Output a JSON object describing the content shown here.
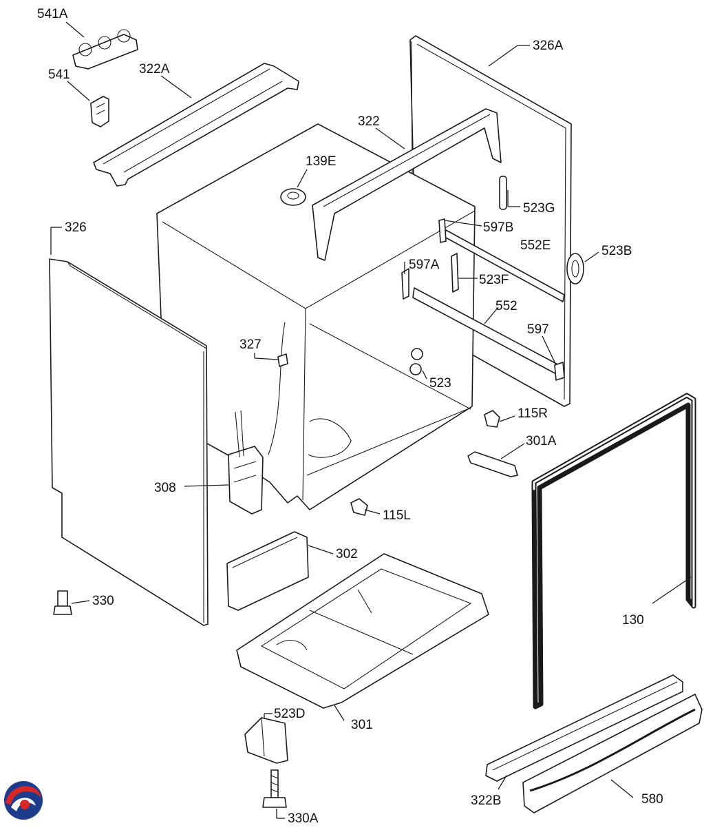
{
  "diagram": {
    "labels": {
      "p541A": "541A",
      "p541": "541",
      "p322A": "322A",
      "p326A": "326A",
      "p322": "322",
      "p139E": "139E",
      "p523G": "523G",
      "p326": "326",
      "p597B": "597B",
      "p552E": "552E",
      "p523B": "523B",
      "p597A": "597A",
      "p523F": "523F",
      "p552": "552",
      "p597": "597",
      "p327": "327",
      "p523": "523",
      "p115R": "115R",
      "p301A": "301A",
      "p308": "308",
      "p115L": "115L",
      "p302": "302",
      "p330": "330",
      "p130": "130",
      "p301": "301",
      "p523D": "523D",
      "p322B": "322B",
      "p580": "580",
      "p330A": "330A"
    },
    "logo": "brand-swirl-logo"
  }
}
